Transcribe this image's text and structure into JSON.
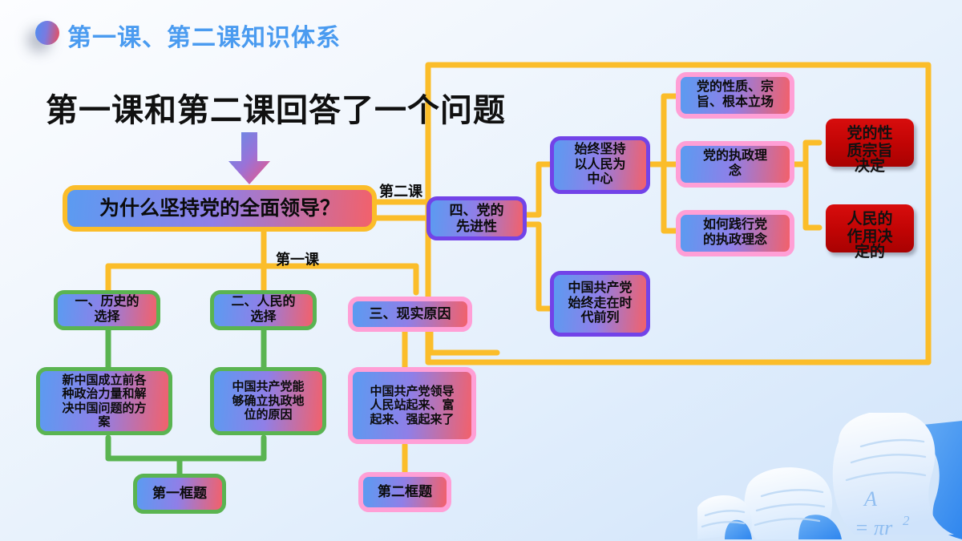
{
  "header": {
    "bullet_icon": "bullet-circle-icon",
    "title": "第一课、第二课知识体系",
    "title_color": "#4a9bf0"
  },
  "big_title": "第一课和第二课回答了一个问题",
  "arrow_icon": "down-arrow-icon",
  "central": {
    "question": "为什么坚持党的全面领导？"
  },
  "labels": {
    "lesson_two": "第二课",
    "lesson_one": "第一课"
  },
  "lesson_one_branches": [
    {
      "label": "一、历史的\n选择"
    },
    {
      "label": "二、人民的\n选择"
    },
    {
      "label": "三、现实原因"
    }
  ],
  "lesson_one_details": [
    {
      "label": "新中国成立前各\n种政治力量和解\n决中国问题的方\n案"
    },
    {
      "label": "中国共产党能\n够确立执政地\n位的原因"
    },
    {
      "label": "中国共产党领导\n人民站起来、富\n起来、强起来了"
    }
  ],
  "frames": [
    {
      "label": "第一框题"
    },
    {
      "label": "第二框题"
    }
  ],
  "lesson_two_branch": {
    "label": "四、党的\n先进性"
  },
  "lesson_two_nodes": [
    {
      "label": "始终坚持\n以人民为\n中心"
    },
    {
      "label": "中国共产党\n始终走在时\n代前列"
    }
  ],
  "people_center_children": [
    {
      "label": "党的性质、宗\n旨、根本立场"
    },
    {
      "label": "党的执政理\n念"
    },
    {
      "label": "如何践行党\n的执政理念"
    }
  ],
  "red_nodes": [
    {
      "label": "党的性\n质宗旨",
      "overflow": "决定"
    },
    {
      "label": "人民的\n作用决",
      "overflow": "定的"
    }
  ],
  "decoration": {
    "book_icon": "open-book-icon",
    "formula_a": "A",
    "formula_eq": "= πr",
    "formula_exp": "2"
  },
  "colors": {
    "line": "#fbbd2a",
    "orange_border": "#fbbd2a",
    "purple_border": "#7243e8",
    "green_border": "#5ab451",
    "pink_border": "#ff9fd6",
    "red_fill": "#c00404",
    "node_gradient_start": "#5b9bf1",
    "node_gradient_end": "#f2616b"
  }
}
